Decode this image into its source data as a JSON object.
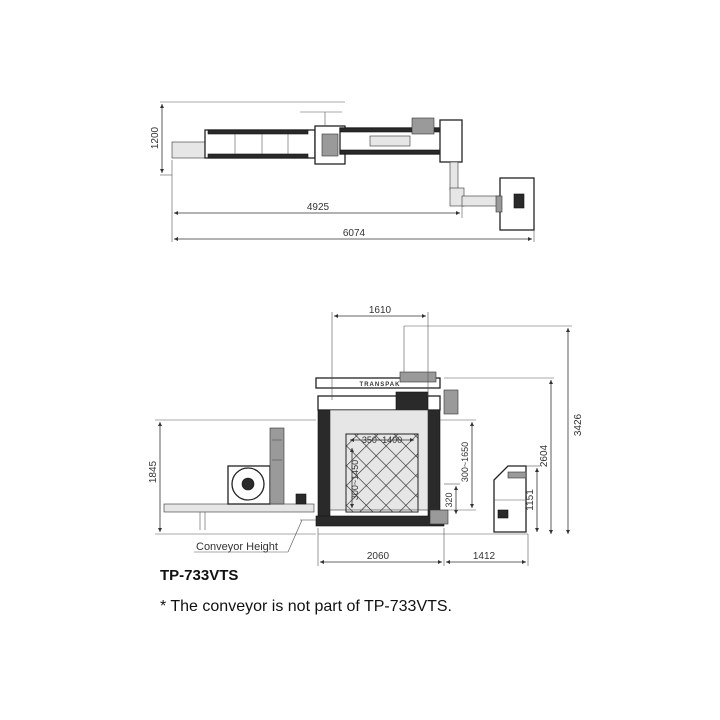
{
  "top_view": {
    "dim_height": "1200",
    "dim_length_inner": "4925",
    "dim_length_total": "6074"
  },
  "front_view": {
    "dim_width_top": "1610",
    "dim_height_total": "3426",
    "dim_height_mid": "2604",
    "dim_height_left": "1845",
    "dim_pallet_width": "350~1400",
    "dim_pallet_height_range": "300~1450",
    "dim_lift_range": "300~1650",
    "dim_base_offset": "320",
    "dim_panel_height": "1151",
    "dim_base_width": "2060",
    "dim_panel_offset": "1412",
    "brand_label": "TRANSPAK",
    "conveyor_callout": "Conveyor Height"
  },
  "model_name": "TP-733VTS",
  "footnote": "* The conveyor is not part of TP-733VTS."
}
